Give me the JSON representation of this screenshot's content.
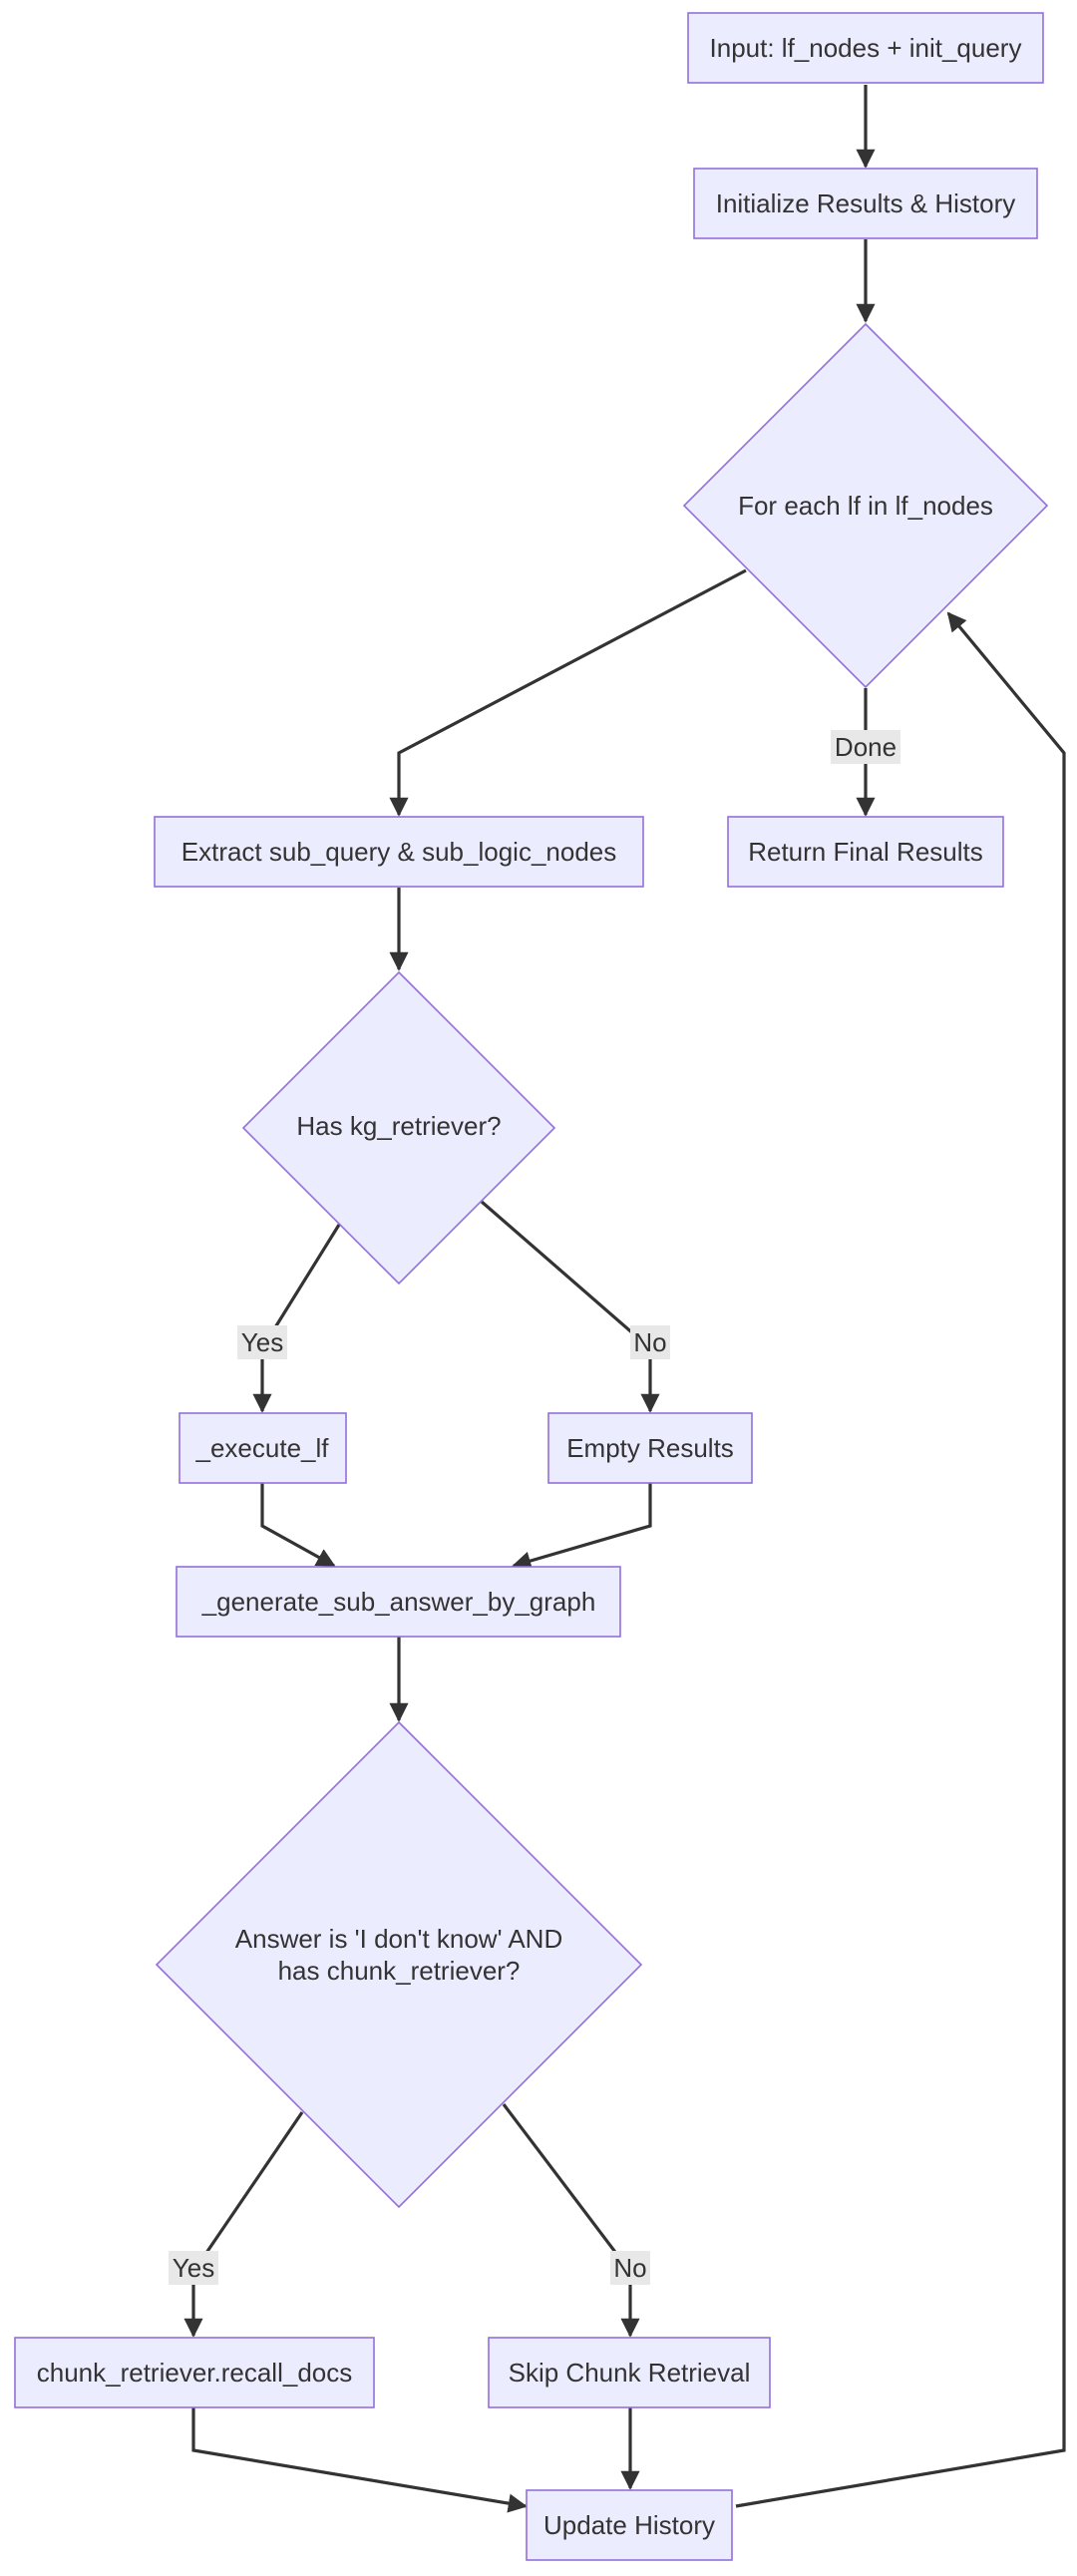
{
  "nodes": {
    "input": "Input: lf_nodes + init_query",
    "init": "Initialize Results & History",
    "for_each": "For each lf in lf_nodes",
    "extract": "Extract sub_query & sub_logic_nodes",
    "return": "Return Final Results",
    "has_kg": "Has kg_retriever?",
    "execute": "_execute_lf",
    "empty": "Empty Results",
    "generate": "_generate_sub_answer_by_graph",
    "answer_line1": "Answer is 'I don't know' AND",
    "answer_line2": "has chunk_retriever?",
    "recall": "chunk_retriever.recall_docs",
    "skip": "Skip Chunk Retrieval",
    "update": "Update History"
  },
  "edge_labels": {
    "done": "Done",
    "kg_yes": "Yes",
    "kg_no": "No",
    "answer_yes": "Yes",
    "answer_no": "No"
  },
  "colors": {
    "node_fill": "#ECECFF",
    "node_stroke": "#9370DB",
    "edge": "#333333",
    "label_bg": "#e8e8e8"
  }
}
